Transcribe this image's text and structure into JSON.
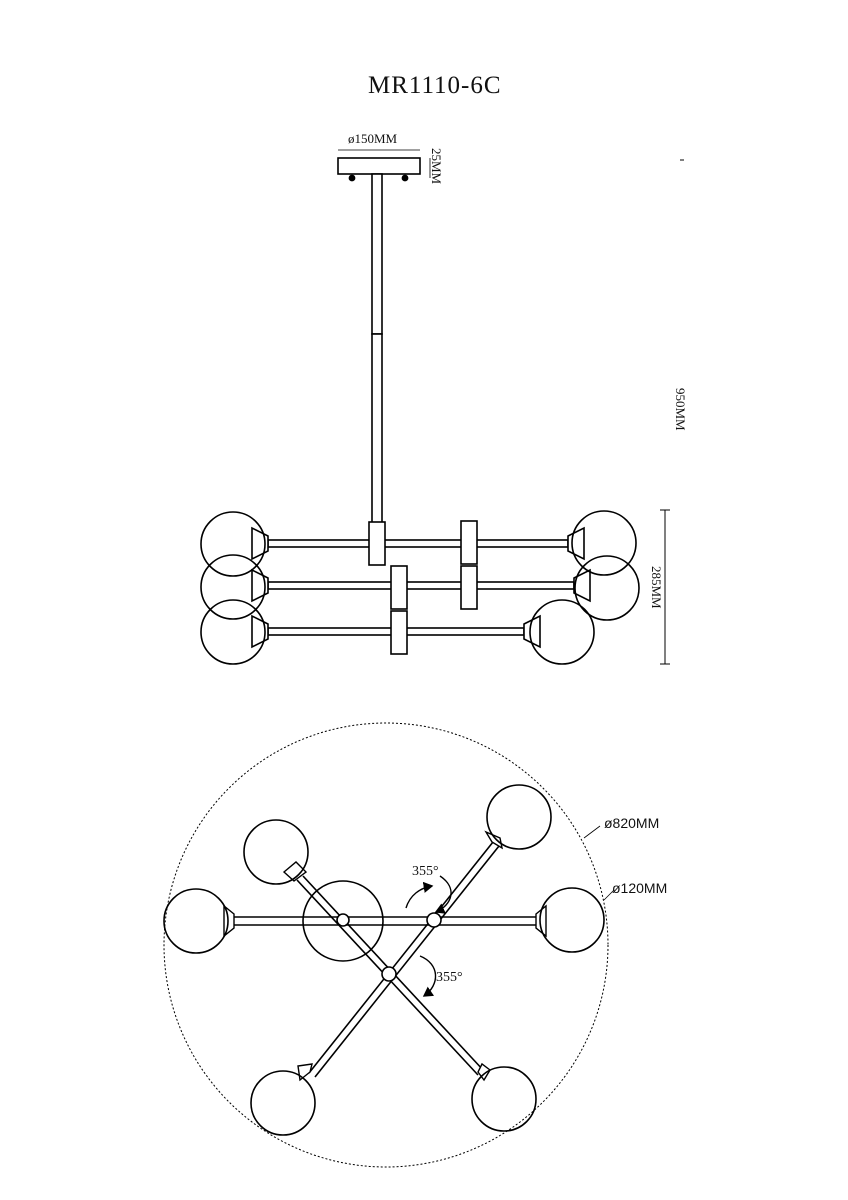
{
  "title": "MR1110-6C",
  "side_view": {
    "canopy_diameter_label": "ø150MM",
    "canopy_height_label": "25MM",
    "overall_height_label": "950MM",
    "body_height_label": "285MM"
  },
  "top_view": {
    "span_diameter_label": "ø820MM",
    "globe_diameter_label": "ø120MM",
    "rotation_upper_label": "355°",
    "rotation_lower_label": "355°"
  },
  "colors": {
    "line": "#000000",
    "fill": "#ffffff"
  }
}
